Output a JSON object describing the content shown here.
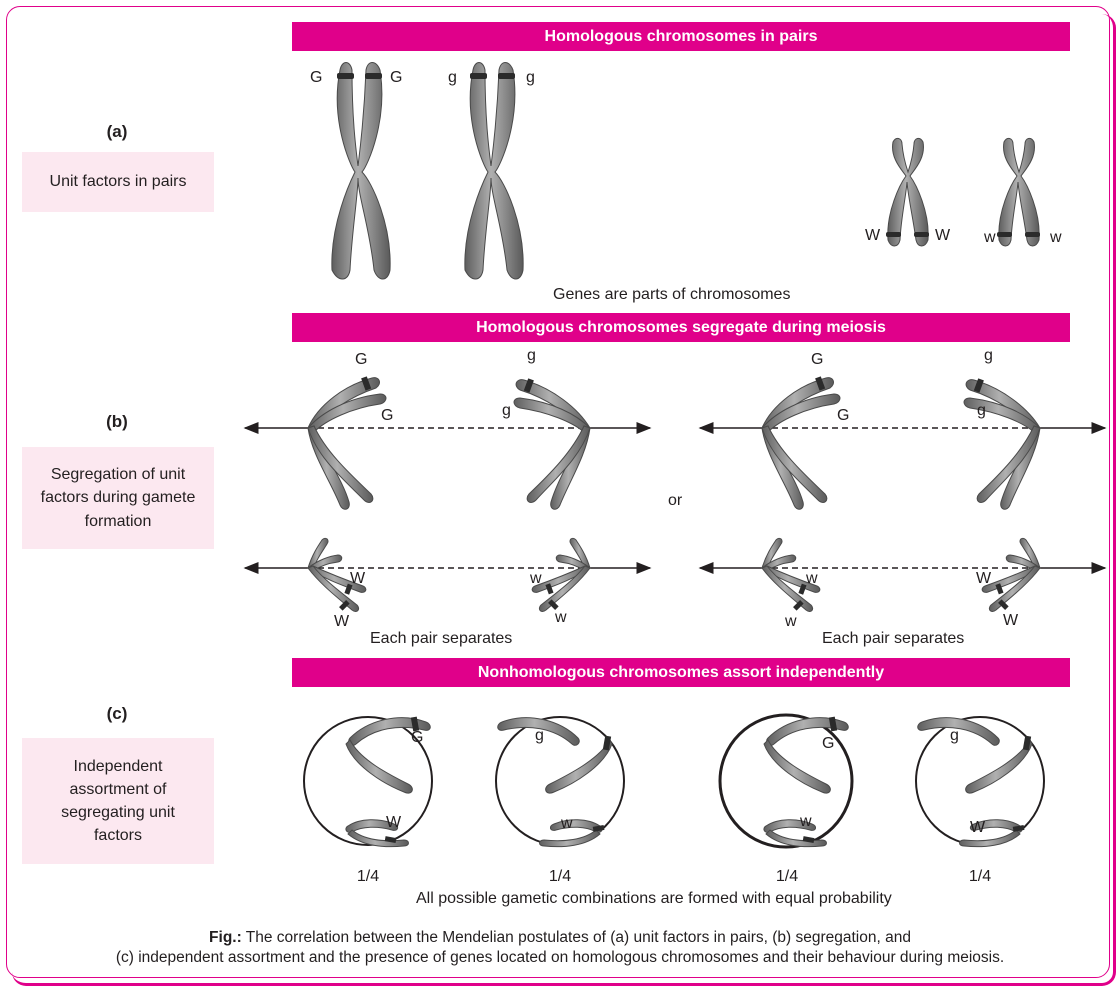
{
  "banners": {
    "a": "Homologous chromosomes in pairs",
    "b": "Homologous chromosomes segregate during meiosis",
    "c": "Nonhomologous chromosomes assort independently"
  },
  "parts": {
    "a": {
      "label": "(a)",
      "description": "Unit factors in pairs"
    },
    "b": {
      "label": "(b)",
      "description": "Segregation of unit factors during gamete formation"
    },
    "c": {
      "label": "(c)",
      "description": "Independent assortment of segregating unit factors"
    }
  },
  "notes": {
    "genes_parts": "Genes are parts of chromosomes",
    "or": "or",
    "each_pair_left": "Each pair separates",
    "each_pair_right": "Each pair separates",
    "all_combinations": "All possible gametic combinations are formed with equal probability"
  },
  "genes": {
    "G": "G",
    "g": "g",
    "W": "W",
    "w": "w"
  },
  "probabilities": [
    "1/4",
    "1/4",
    "1/4",
    "1/4"
  ],
  "caption": {
    "lead": "Fig.:",
    "line1": " The correlation between the Mendelian postulates of (a) unit factors in pairs, (b) segregation, and",
    "line2": "(c) independent assortment and the presence of genes located on homologous chromosomes and their behaviour during meiosis."
  },
  "colors": {
    "accent": "#e0008a",
    "side_box": "#fce8f0",
    "chromosome": "#8c8c8c",
    "band": "#2b2b2b"
  }
}
